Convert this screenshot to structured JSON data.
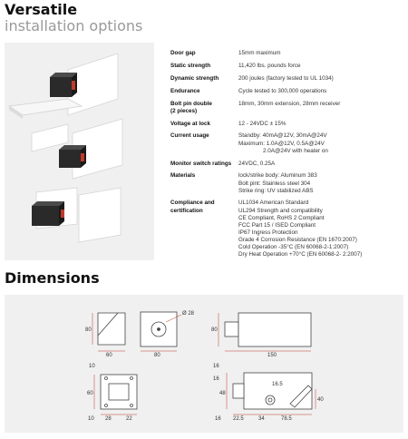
{
  "header": {
    "title": "Versatile",
    "subtitle": "installation options"
  },
  "specs": [
    {
      "label": [
        "Door gap"
      ],
      "value": [
        "15mm maximum"
      ]
    },
    {
      "label": [
        "Static strength"
      ],
      "value": [
        "11,420 lbs. pounds force"
      ]
    },
    {
      "label": [
        "Dynamic strength"
      ],
      "value": [
        "200 joules (factory tested to UL 1034)"
      ]
    },
    {
      "label": [
        "Endurance"
      ],
      "value": [
        "Cycle tested to 300,000 operations"
      ]
    },
    {
      "label": [
        "Bolt pin double",
        "(2 pieces)"
      ],
      "value": [
        "18mm, 30mm extension, 28mm receiver"
      ]
    },
    {
      "label": [
        "Voltage at lock"
      ],
      "value": [
        "12 - 24VDC ± 15%"
      ]
    },
    {
      "label": [
        "Current usage"
      ],
      "value": [
        "Standby: 40mA@12V, 30mA@24V",
        "Maximum: 1.0A@12V, 0.5A@24V",
        "2.0A@24V with heater on"
      ]
    },
    {
      "label": [
        "Monitor switch ratings"
      ],
      "value": [
        "24VDC, 0.25A"
      ]
    },
    {
      "label": [
        "Materials"
      ],
      "value": [
        "lock/strike body: Aluminum 383",
        "Bolt pint: Stainless steel 304",
        "Strike ring: UV stabilized ABS"
      ]
    },
    {
      "label": [
        "Compliance and",
        "certification"
      ],
      "value": [
        "UL1034 American Standard",
        "UL294 Strength and compatibility",
        "CE Compliant, RoHS 2 Compliant",
        "FCC Part 15 / ISED Compliant",
        "IP67 Ingress Protection",
        "Grade 4 Corrosion Resistance (EN 1670:2007)",
        "Cold Operation -35°C (EN 60068-2-1:2007)",
        "Dry Heat Operation +70°C (EN 60068-2- 2:2007)"
      ]
    }
  ],
  "dimensions": {
    "title": "Dimensions",
    "labels": {
      "side_height": "80",
      "side_width": "60",
      "front_width": "80",
      "diameter": "Ø 28",
      "length_height": "80",
      "length": "150",
      "bottom_top": "10",
      "bottom_height": "60",
      "bottom_10": "10",
      "bottom_28": "28",
      "bottom_22": "22",
      "lr_16a": "16",
      "lr_16b": "16",
      "lr_48": "48",
      "lr_16_5": "16.5",
      "lr_40": "40",
      "lr_16c": "16",
      "lr_22_5": "22.5",
      "lr_34": "34",
      "lr_78_5": "78.5"
    }
  }
}
